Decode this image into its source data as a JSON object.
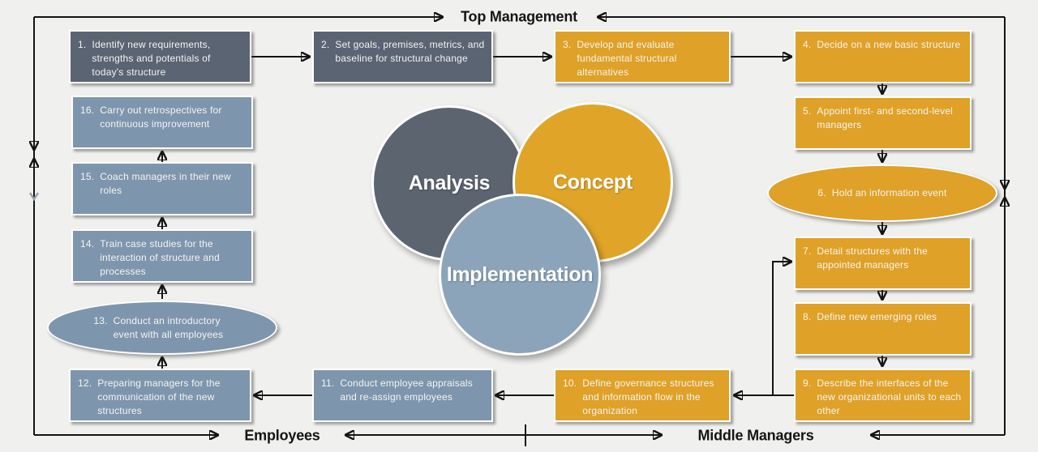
{
  "labels": {
    "top": "Top Management",
    "bottom_left": "Employees",
    "bottom_right": "Middle Managers"
  },
  "venn": {
    "analysis": "Analysis",
    "concept": "Concept",
    "implementation": "Implementation"
  },
  "steps": [
    {
      "num": "1.",
      "text": "Identify new requirements, strengths and potentials of today's structure"
    },
    {
      "num": "2.",
      "text": "Set goals, premises, metrics, and baseline for structural change"
    },
    {
      "num": "3.",
      "text": "Develop and evaluate fundamental structural alternatives"
    },
    {
      "num": "4.",
      "text": "Decide on a new basic structure"
    },
    {
      "num": "5.",
      "text": "Appoint first- and second-level managers"
    },
    {
      "num": "6.",
      "text": "Hold an information event"
    },
    {
      "num": "7.",
      "text": "Detail structures with the appointed managers"
    },
    {
      "num": "8.",
      "text": "Define new emerging roles"
    },
    {
      "num": "9.",
      "text": "Describe the interfaces of the new organizational units to each other"
    },
    {
      "num": "10.",
      "text": "Define governance structures and information flow in the organization"
    },
    {
      "num": "11.",
      "text": "Conduct employee appraisals and re-assign employees"
    },
    {
      "num": "12.",
      "text": "Preparing managers for the communication of the new structures"
    },
    {
      "num": "13.",
      "text": "Conduct an introductory event with all employees"
    },
    {
      "num": "14.",
      "text": "Train case studies for the interaction of structure and processes"
    },
    {
      "num": "15.",
      "text": "Coach managers in their new roles"
    },
    {
      "num": "16.",
      "text": "Carry out retrospectives for continuous improvement"
    }
  ],
  "colors": {
    "dark": "#5B6473",
    "gold": "#DFA127",
    "blue": "#7E96AD",
    "dark_circle": "#5C6470",
    "gold_circle": "#E0A528",
    "blue_circle": "#8BA4BA",
    "background": "#F0F0EE",
    "line": "#141414"
  }
}
